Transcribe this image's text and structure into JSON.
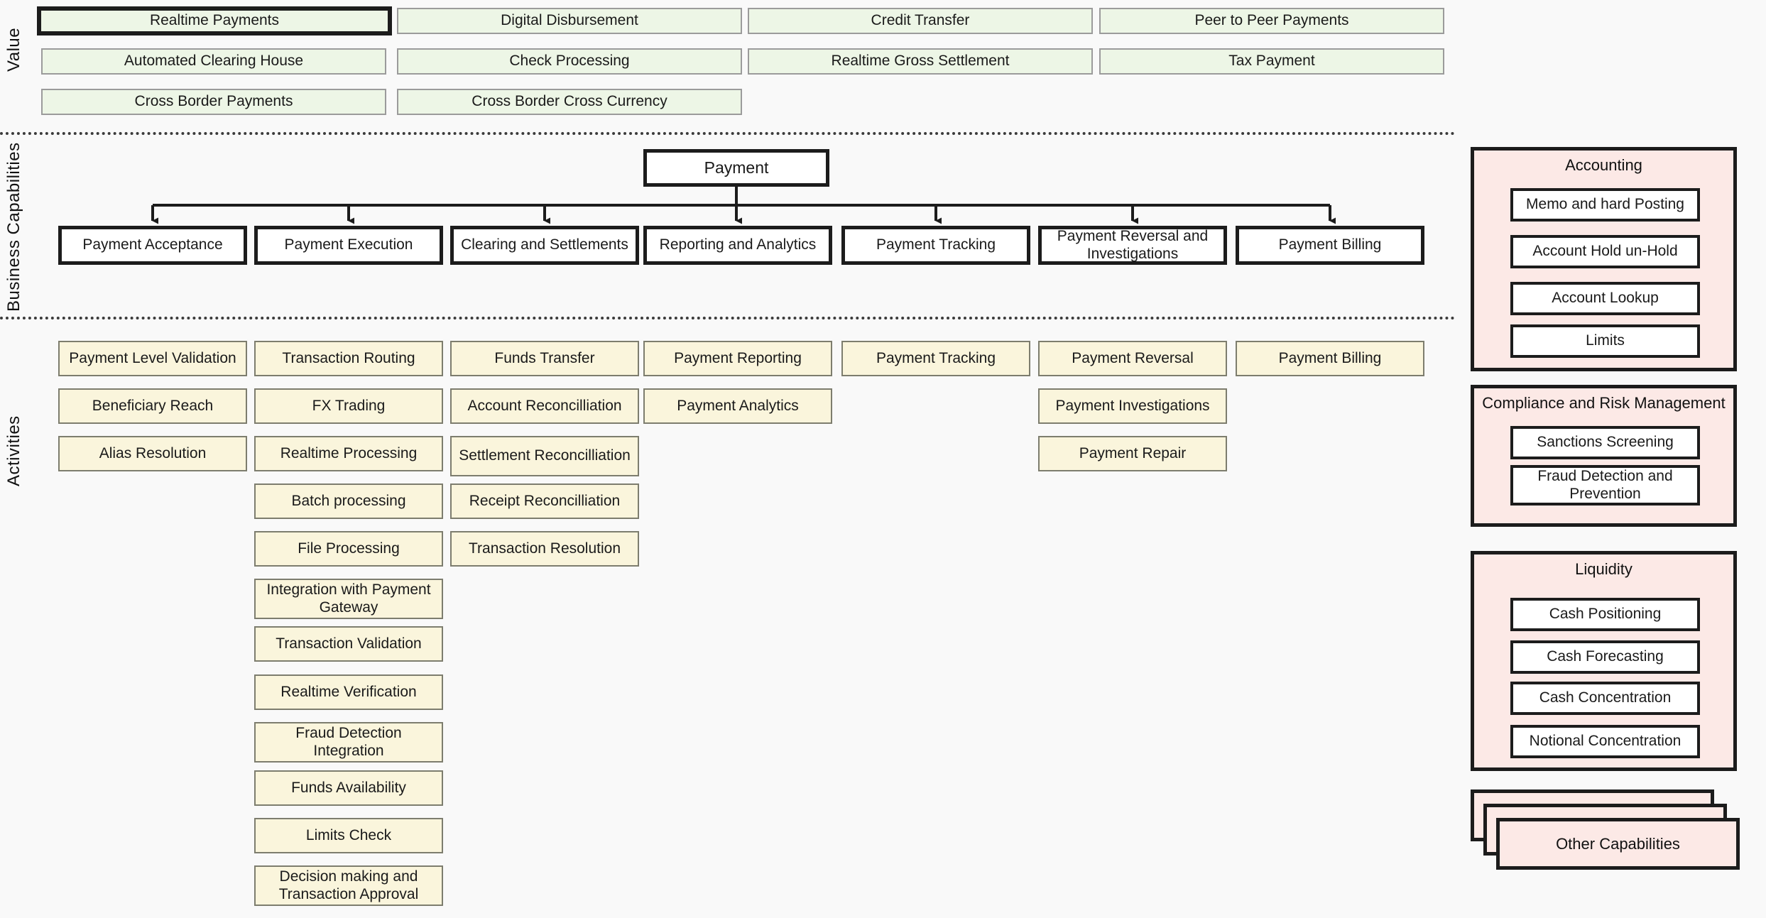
{
  "lanes": [
    {
      "id": "value",
      "label": "Value"
    },
    {
      "id": "business_capabilities",
      "label": "Business Capabilities"
    },
    {
      "id": "activities",
      "label": "Activities"
    }
  ],
  "value": {
    "label": "Value",
    "selected": "Realtime Payments",
    "rows": [
      [
        "Realtime Payments",
        "Digital Disbursement",
        "Credit Transfer",
        "Peer to Peer Payments"
      ],
      [
        "Automated Clearing House",
        "Check Processing",
        "Realtime Gross Settlement",
        "Tax Payment"
      ],
      [
        "Cross Border Payments",
        "Cross Border Cross Currency"
      ]
    ]
  },
  "business_capabilities": {
    "label": "Business Capabilities",
    "root": "Payment",
    "children": [
      "Payment Acceptance",
      "Payment Execution",
      "Clearing and Settlements",
      "Reporting and Analytics",
      "Payment Tracking",
      "Payment Reversal and Investigations",
      "Payment Billing"
    ]
  },
  "activities": {
    "label": "Activities",
    "columns": [
      {
        "capability": "Payment Acceptance",
        "items": [
          "Payment Level Validation",
          "Beneficiary Reach",
          "Alias Resolution"
        ]
      },
      {
        "capability": "Payment Execution",
        "items": [
          "Transaction Routing",
          "FX Trading",
          "Realtime Processing",
          "Batch processing",
          "File Processing",
          "Integration with Payment Gateway",
          "Transaction Validation",
          "Realtime Verification",
          "Fraud Detection Integration",
          "Funds Availability",
          "Limits Check",
          "Decision making and Transaction Approval"
        ]
      },
      {
        "capability": "Clearing and Settlements",
        "items": [
          "Funds Transfer",
          "Account Reconcilliation",
          "Settlement Reconcilliation",
          "Receipt Reconcilliation",
          "Transaction Resolution"
        ]
      },
      {
        "capability": "Reporting and Analytics",
        "items": [
          "Payment Reporting",
          "Payment Analytics"
        ]
      },
      {
        "capability": "Payment Tracking",
        "items": [
          "Payment Tracking"
        ]
      },
      {
        "capability": "Payment Reversal and Investigations",
        "items": [
          "Payment Reversal",
          "Payment Investigations",
          "Payment Repair"
        ]
      },
      {
        "capability": "Payment Billing",
        "items": [
          "Payment Billing"
        ]
      }
    ]
  },
  "supporting_panels": [
    {
      "title": "Accounting",
      "items": [
        "Memo and hard Posting",
        "Account Hold un-Hold",
        "Account Lookup",
        "Limits"
      ]
    },
    {
      "title": "Compliance and Risk Management",
      "items": [
        "Sanctions Screening",
        "Fraud Detection and Prevention"
      ]
    },
    {
      "title": "Liquidity",
      "items": [
        "Cash Positioning",
        "Cash Forecasting",
        "Cash Concentration",
        "Notional Concentration"
      ]
    }
  ],
  "other_capabilities": {
    "label": "Other Capabilities",
    "stack_count": 3
  },
  "colors": {
    "background": "#f9f9f9",
    "value_box": "#edf6e6",
    "value_border": "#9b9b9b",
    "capability_box": "#ffffff",
    "capability_border": "#1c1c1c",
    "activity_box": "#faf5dc",
    "activity_border": "#7d7d6e",
    "panel_box": "#fce9e6",
    "panel_border": "#1c1c1c",
    "separator": "#3b3b3b",
    "text": "#1a1a1a"
  }
}
